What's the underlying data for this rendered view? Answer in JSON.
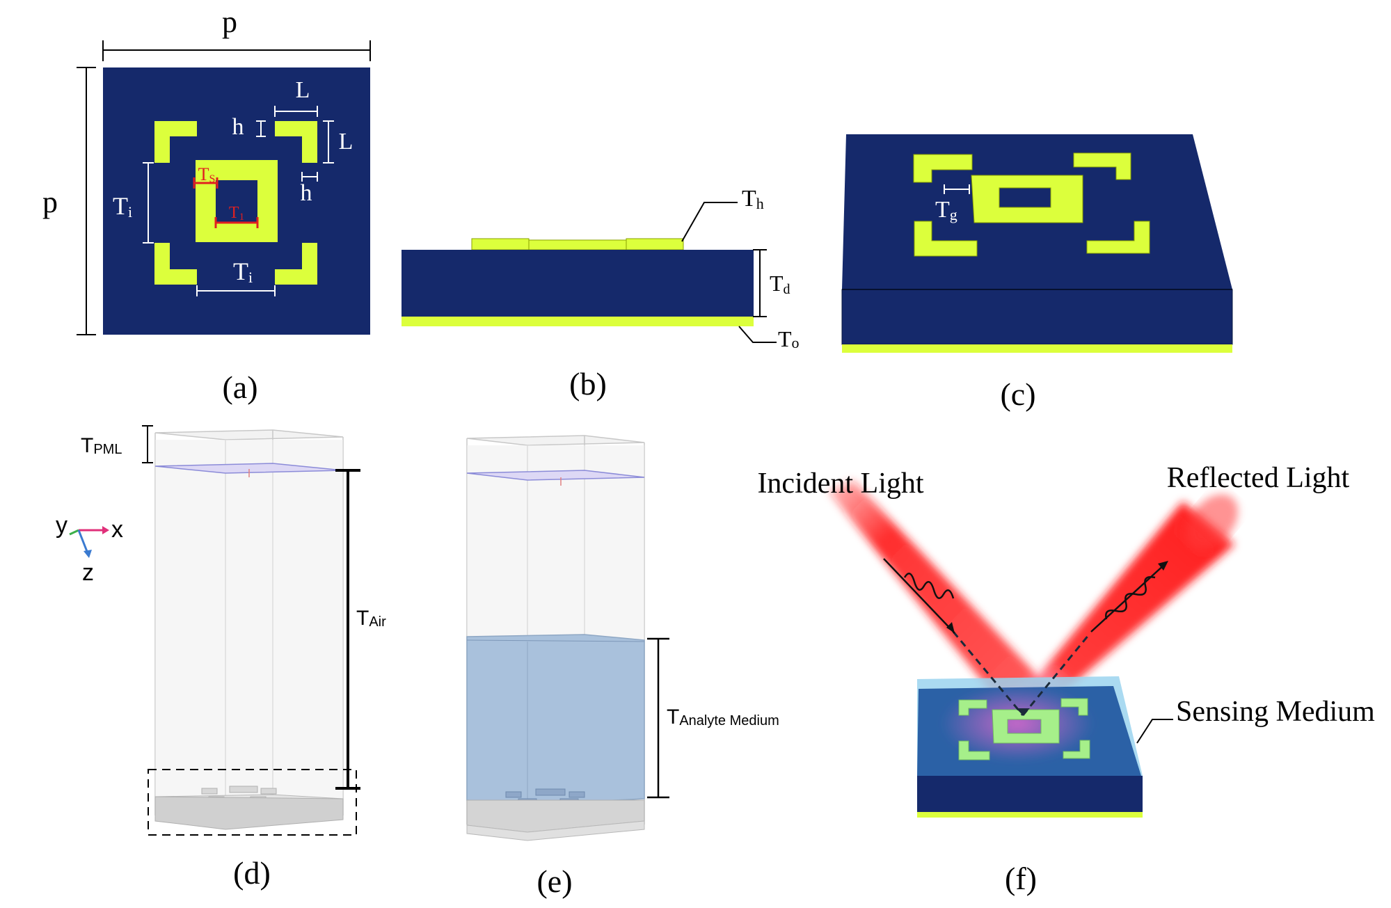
{
  "colors": {
    "substrate": "#15296b",
    "metal": "#dcff3c",
    "dimension_red": "#e02020",
    "analyte": "#a9c1dc",
    "beam": "#ff1a1a"
  },
  "panel_a": {
    "caption": "(a)",
    "p_top": "p",
    "p_left": "p",
    "L_top": "L",
    "L_side": "L",
    "h_top": "h",
    "h_side": "h",
    "Ti_left": "T",
    "Ti_left_sub": "i",
    "Ti_bottom": "T",
    "Ti_bottom_sub": "i",
    "Ts": "T",
    "Ts_sub": "S",
    "T1": "T",
    "T1_sub": "1"
  },
  "panel_b": {
    "caption": "(b)",
    "Th": "T",
    "Th_sub": "h",
    "Td": "T",
    "Td_sub": "d",
    "To": "T",
    "To_sub": "o"
  },
  "panel_c": {
    "caption": "(c)",
    "Tg": "T",
    "Tg_sub": "g"
  },
  "panel_d": {
    "caption": "(d)",
    "TPML": "T",
    "TPML_sub": "PML",
    "TAir": "T",
    "TAir_sub": "Air",
    "axis_y": "y",
    "axis_x": "x",
    "axis_z": "z"
  },
  "panel_e": {
    "caption": "(e)",
    "TAnalyte": "T",
    "TAnalyte_sub": "Analyte Medium"
  },
  "panel_f": {
    "caption": "(f)",
    "incident": "Incident Light",
    "reflected": "Reflected Light",
    "sensing": "Sensing Medium"
  }
}
